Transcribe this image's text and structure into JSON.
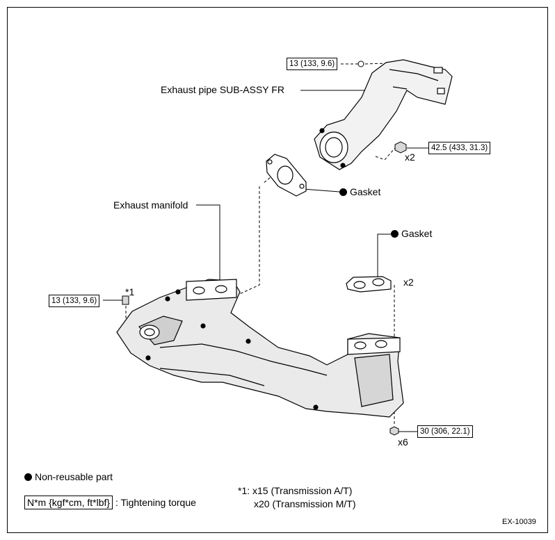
{
  "labels": {
    "exhaust_pipe": "Exhaust pipe SUB-ASSY FR",
    "gasket_top": "Gasket",
    "exhaust_manifold": "Exhaust manifold",
    "gasket_right": "Gasket",
    "star1": "*1"
  },
  "torques": {
    "pipe_top_nut": "13 (133, 9.6)",
    "pipe_flange_nut": "42.5 (433, 31.3)",
    "manifold_bolt": "13 (133, 9.6)",
    "manifold_nut": "30 (306, 22.1)"
  },
  "quantities": {
    "pipe_flange": "x2",
    "gasket_right": "x2",
    "manifold_nut": "x6"
  },
  "legend": {
    "non_reusable": "Non-reusable part",
    "torque_unit": "N*m {kgf*cm, ft*lbf}",
    "torque_desc": ": Tightening torque",
    "note_1": "*1: x15 (Transmission A/T)",
    "note_2": "x20 (Transmission M/T)"
  },
  "figure_id": "EX-10039",
  "colors": {
    "line": "#000000",
    "fill": "#ffffff",
    "shade": "#bdbdbd"
  }
}
